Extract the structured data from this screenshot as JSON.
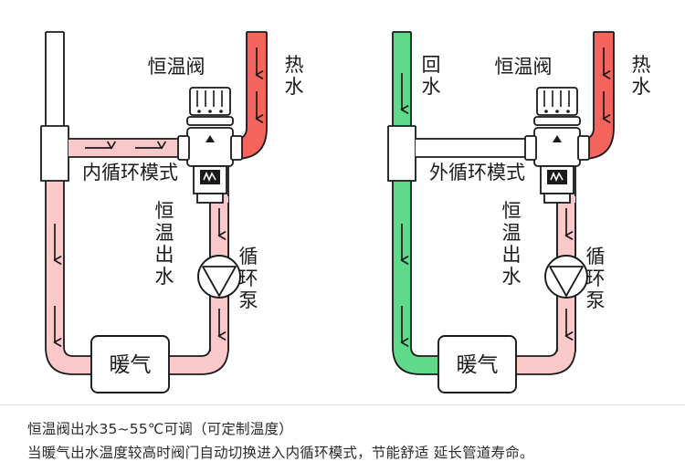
{
  "page": {
    "background": "#ffffff",
    "footnotes": [
      "恒温阀出水35~55℃可调（可定制温度）",
      "当暖气出水温度较高时阀门自动切换进入内循环模式，节能舒适 延长管道寿命。"
    ]
  },
  "colors": {
    "hot_water_red": "#F4635C",
    "warm_pink": "#FBC9C9",
    "return_green": "#5FD98A",
    "pipe_white": "#FFFFFF",
    "outline": "#1a1a1a",
    "text": "#1a1a1a"
  },
  "diagrams": [
    {
      "id": "internal-circulation",
      "mode_label": "内循环模式",
      "valve_label": "恒温阀",
      "hot_water_label": "热水",
      "outlet_label": "恒温出水",
      "pump_label": "循环泵",
      "radiator_label": "暖气",
      "supply_label": "",
      "top_left_pipe_fill": "#FFFFFF",
      "bottom_loop_fill": "#FBC9C9",
      "riser_fill": "#FBC9C9",
      "crossbar_fill": "#FBC9C9",
      "crossbar_arrows": 2,
      "riser_arrows": 2,
      "downcomer_arrows": 2,
      "hot_arrows": 2
    },
    {
      "id": "external-circulation",
      "mode_label": "外循环模式",
      "valve_label": "恒温阀",
      "hot_water_label": "热水",
      "outlet_label": "恒温出水",
      "pump_label": "循环泵",
      "radiator_label": "暖气",
      "supply_label": "回水",
      "top_left_pipe_fill": "#5FD98A",
      "bottom_loop_fill": "#5FD98A",
      "riser_fill": "#5FD98A",
      "crossbar_fill": "#FFFFFF",
      "crossbar_arrows": 0,
      "riser_arrows": 2,
      "downcomer_arrows": 2,
      "hot_arrows": 2
    }
  ],
  "icons": {
    "pump": "pump-triangle-icon",
    "valve_cap": "valve-ribbed-cap-icon",
    "valve_plate": "valve-rating-plate-icon",
    "arrow_down": "arrow-down-icon",
    "arrow_up": "arrow-up-icon",
    "arrow_right": "arrow-right-icon"
  }
}
